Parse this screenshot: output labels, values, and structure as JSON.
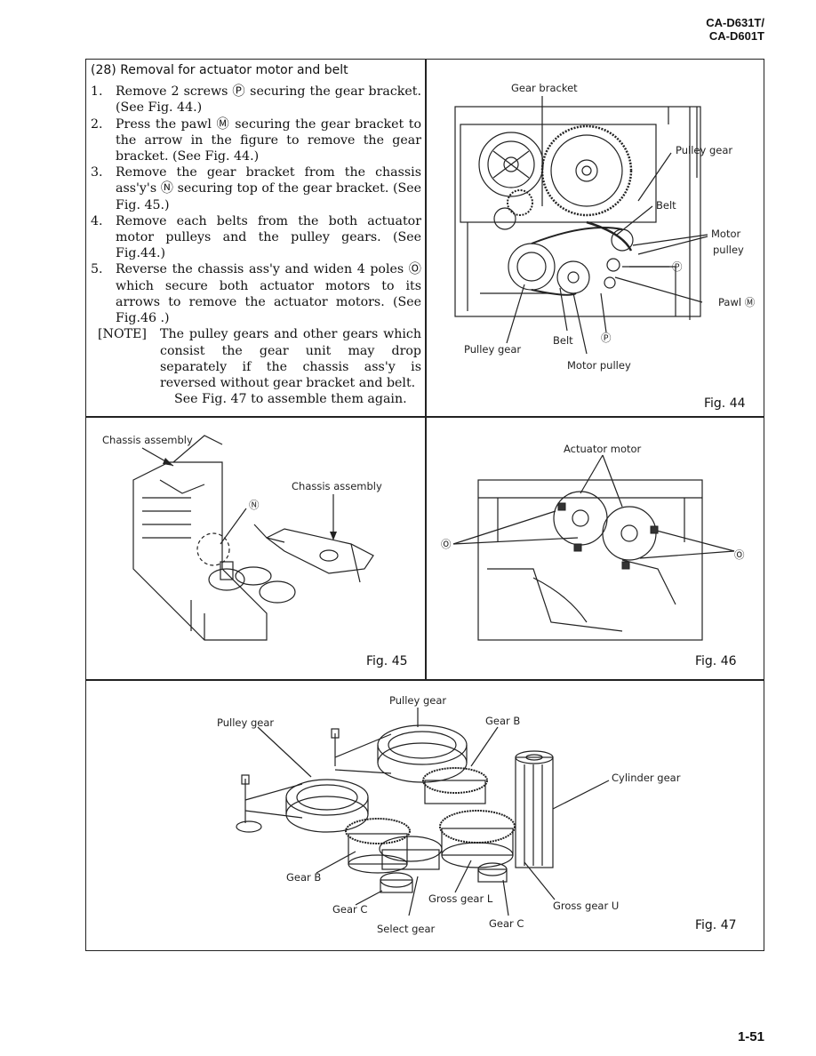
{
  "header": {
    "model_line1": "CA-D631T/",
    "model_line2": "CA-D601T"
  },
  "procedure": {
    "title": "(28) Removal for actuator motor and belt",
    "steps": [
      {
        "num": "1.",
        "text": "Remove 2 screws Ⓟ securing the gear bracket. (See Fig. 44.)"
      },
      {
        "num": "2.",
        "text": "Press the pawl Ⓜ securing the gear bracket to the arrow in the figure to remove the gear bracket. (See Fig. 44.)"
      },
      {
        "num": "3.",
        "text": "Remove the gear bracket from the chassis ass'y's Ⓝ securing top of the gear bracket. (See Fig. 45.)"
      },
      {
        "num": "4.",
        "text": "Remove each belts from the both actuator motor pulleys and the pulley gears. (See Fig.44.)"
      },
      {
        "num": "5.",
        "text": "Reverse the chassis ass'y and widen 4 poles Ⓞ which secure both actuator motors to its arrows to remove the actuator motors. (See Fig.46 .)"
      }
    ],
    "note_label": "[NOTE]",
    "note_text": "The pulley gears and other gears which consist the gear unit may drop separately if the chassis ass'y is reversed without gear bracket and belt.",
    "note_last": "See Fig. 47 to assemble them again."
  },
  "fig44": {
    "caption": "Fig. 44",
    "labels": {
      "gear_bracket": "Gear bracket",
      "pulley_gear_top": "Pulley gear",
      "belt_right": "Belt",
      "motor": "Motor",
      "pulley": "pulley",
      "p_mark_right": "Ⓟ",
      "pawl": "Pawl Ⓜ",
      "belt_bottom": "Belt",
      "p_mark_bottom": "Ⓟ",
      "pulley_gear_bottom": "Pulley gear",
      "motor_pulley_bottom": "Motor pulley"
    }
  },
  "fig45": {
    "caption": "Fig. 45",
    "labels": {
      "chassis_assembly_left": "Chassis assembly",
      "chassis_assembly_right": "Chassis assembly",
      "n_mark": "Ⓝ"
    }
  },
  "fig46": {
    "caption": "Fig. 46",
    "labels": {
      "actuator_motor": "Actuator motor",
      "o_left": "Ⓞ",
      "o_right": "Ⓞ"
    }
  },
  "fig47": {
    "caption": "Fig. 47",
    "labels": {
      "pulley_gear_top": "Pulley gear",
      "pulley_gear_left": "Pulley gear",
      "gear_b_top": "Gear B",
      "cylinder_gear": "Cylinder gear",
      "gear_b_bottom": "Gear B",
      "gear_c_left": "Gear C",
      "cross_gear_l": "Gross gear L",
      "cross_gear_u": "Gross gear U",
      "select_gear": "Select gear",
      "gear_c_bottom": "Gear C"
    }
  },
  "footer": {
    "page_number": "1-51"
  }
}
